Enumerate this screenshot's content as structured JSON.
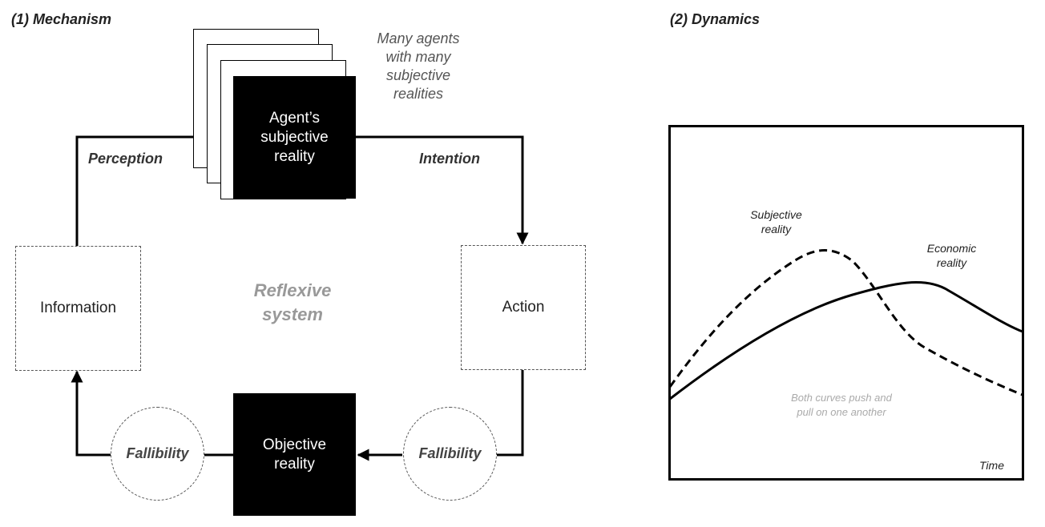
{
  "mechanism": {
    "title": "(1) Mechanism",
    "agent_box": {
      "line1": "Agent’s",
      "line2": "subjective",
      "line3": "reality"
    },
    "agents_note": {
      "line1": "Many agents",
      "line2": "with many",
      "line3": "subjective",
      "line4": "realities"
    },
    "information_label": "Information",
    "action_label": "Action",
    "objective_box": {
      "line1": "Objective",
      "line2": "reality"
    },
    "perception_label": "Perception",
    "intention_label": "Intention",
    "fallibility_left": "Fallibility",
    "fallibility_right": "Fallibility",
    "center": {
      "line1": "Reflexive",
      "line2": "system"
    }
  },
  "dynamics": {
    "title": "(2) Dynamics",
    "subjective_label": {
      "line1": "Subjective",
      "line2": "reality"
    },
    "economic_label": {
      "line1": "Economic",
      "line2": "reality"
    },
    "note": {
      "line1": "Both curves push and",
      "line2": "pull on one another"
    },
    "time_label": "Time"
  }
}
